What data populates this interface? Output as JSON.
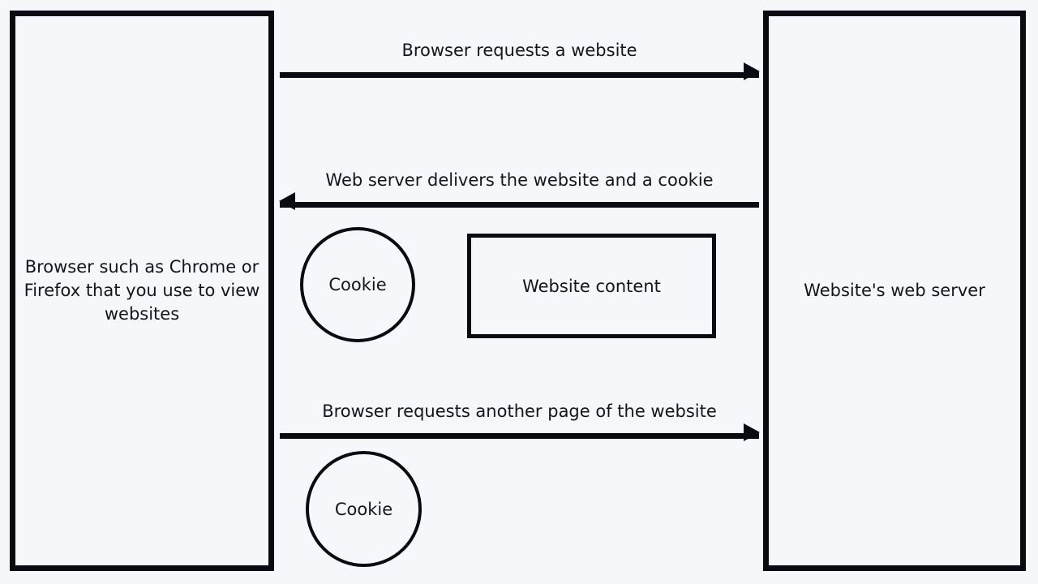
{
  "diagram": {
    "background_color": "#f5f7fa",
    "stroke_color": "#0a0a12",
    "text_color": "#15161c",
    "endpoints": {
      "browser": {
        "label": "Browser such as Chrome or Firefox that you use to view websites"
      },
      "server": {
        "label": "Website's web server"
      }
    },
    "flows": [
      {
        "id": "request",
        "label": "Browser requests a website",
        "direction": "right"
      },
      {
        "id": "deliver",
        "label": "Web server delivers the website and a cookie",
        "direction": "left"
      },
      {
        "id": "request-another",
        "label": "Browser requests another page of the website",
        "direction": "right"
      }
    ],
    "artifacts": {
      "cookie_delivered": "Cookie",
      "cookie_sent_back": "Cookie",
      "website_content": "Website content"
    }
  }
}
